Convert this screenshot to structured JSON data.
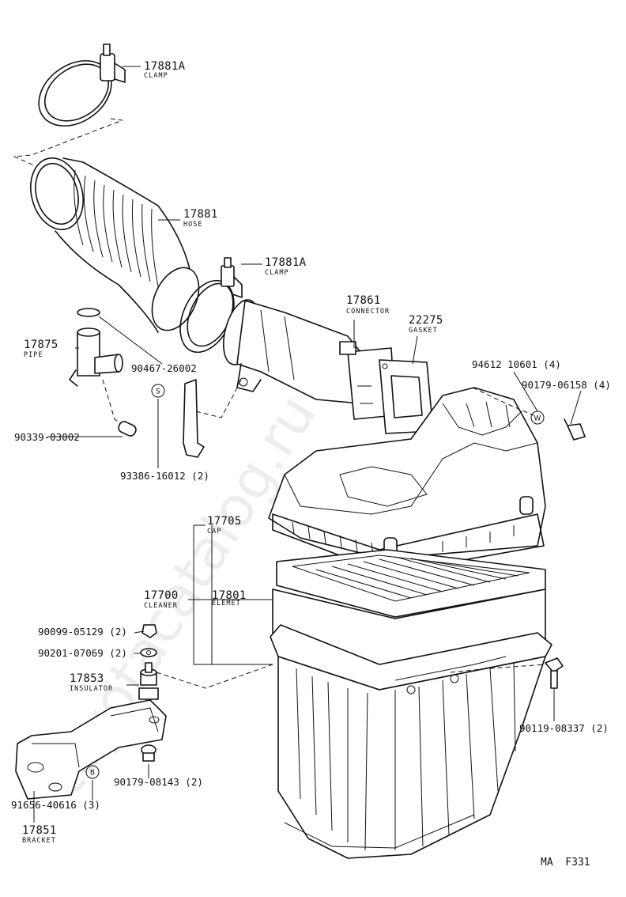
{
  "watermark": "toyotacatalog.ru",
  "figure_ref": "MA  F331",
  "parts": {
    "clamp_top": {
      "number": "17881A",
      "name": "CLAMP"
    },
    "hose": {
      "number": "17881",
      "name": "HOSE"
    },
    "clamp_mid": {
      "number": "17881A",
      "name": "CLAMP"
    },
    "connector": {
      "number": "17861",
      "name": "CONNECTOR"
    },
    "gasket": {
      "number": "22275",
      "name": "GASKET"
    },
    "pipe": {
      "number": "17875",
      "name": "PIPE"
    },
    "cap": {
      "number": "17705",
      "name": "CAP"
    },
    "cleaner": {
      "number": "17700",
      "name": "CLEANER"
    },
    "element": {
      "number": "17801",
      "name": "ELEMET"
    },
    "insulator": {
      "number": "17853",
      "name": "INSULATOR"
    },
    "bracket": {
      "number": "17851",
      "name": "BRACKET"
    }
  },
  "codes": {
    "c90467": "90467-26002",
    "c90339": "90339-03002",
    "c93386": "93386-16012 (2)",
    "c94612": "94612 10601 (4)",
    "c90179a": "90179-06158 (4)",
    "c90099": "90099-05129 (2)",
    "c90201": "90201-07069 (2)",
    "c90119": "90119-08337 (2)",
    "c90179b": "90179-08143 (2)",
    "c91656": "91656-40616 (3)"
  },
  "markers": {
    "s": "S",
    "w": "W",
    "b": "B"
  }
}
